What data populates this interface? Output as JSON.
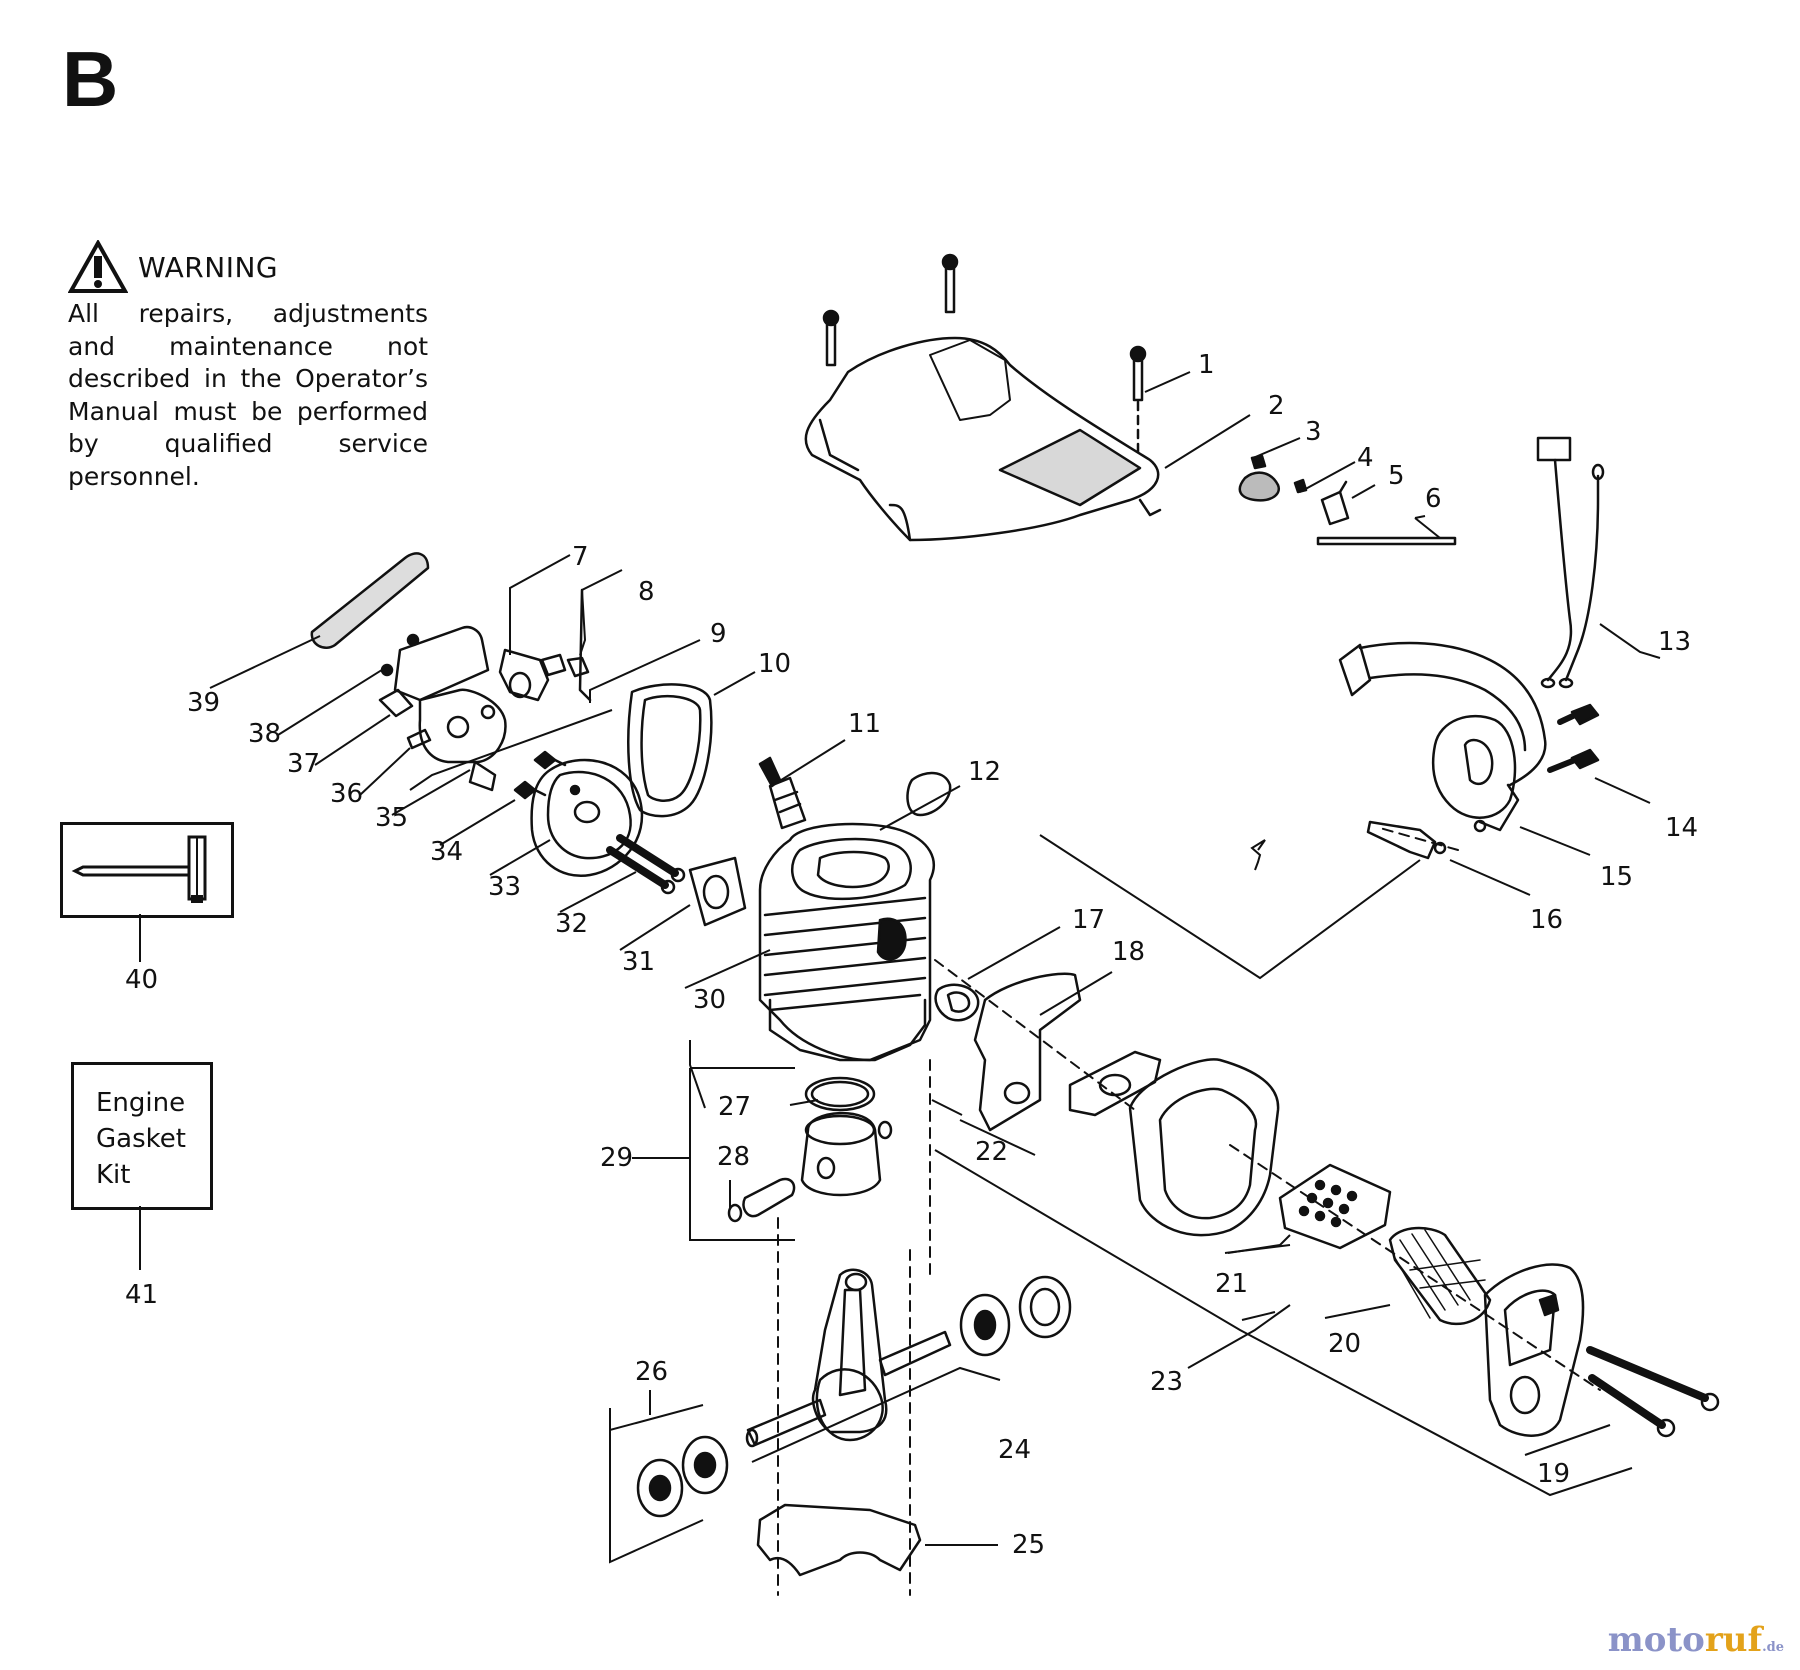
{
  "section_letter": "B",
  "warning": {
    "title": "WARNING",
    "body": "All repairs, adjustments and maintenance not described in the Operator’s Manual must be performed by qualified service personnel."
  },
  "box_41_text": "Engine\nGasket\nKit",
  "watermark": {
    "part_a": "moto",
    "part_b": "ruf",
    "tld": ".de"
  },
  "icons": [
    "warning-triangle-icon",
    "tool-icon"
  ],
  "parts": [
    {
      "number": "1"
    },
    {
      "number": "2"
    },
    {
      "number": "3"
    },
    {
      "number": "4"
    },
    {
      "number": "5"
    },
    {
      "number": "6"
    },
    {
      "number": "7"
    },
    {
      "number": "8"
    },
    {
      "number": "9"
    },
    {
      "number": "10"
    },
    {
      "number": "11"
    },
    {
      "number": "12"
    },
    {
      "number": "13"
    },
    {
      "number": "14"
    },
    {
      "number": "15"
    },
    {
      "number": "16"
    },
    {
      "number": "17"
    },
    {
      "number": "18"
    },
    {
      "number": "19"
    },
    {
      "number": "20"
    },
    {
      "number": "21"
    },
    {
      "number": "22"
    },
    {
      "number": "23"
    },
    {
      "number": "24"
    },
    {
      "number": "25"
    },
    {
      "number": "26"
    },
    {
      "number": "27"
    },
    {
      "number": "28"
    },
    {
      "number": "29"
    },
    {
      "number": "30"
    },
    {
      "number": "31"
    },
    {
      "number": "32"
    },
    {
      "number": "33"
    },
    {
      "number": "34"
    },
    {
      "number": "35"
    },
    {
      "number": "36"
    },
    {
      "number": "37"
    },
    {
      "number": "38"
    },
    {
      "number": "39"
    },
    {
      "number": "40"
    },
    {
      "number": "41"
    }
  ]
}
